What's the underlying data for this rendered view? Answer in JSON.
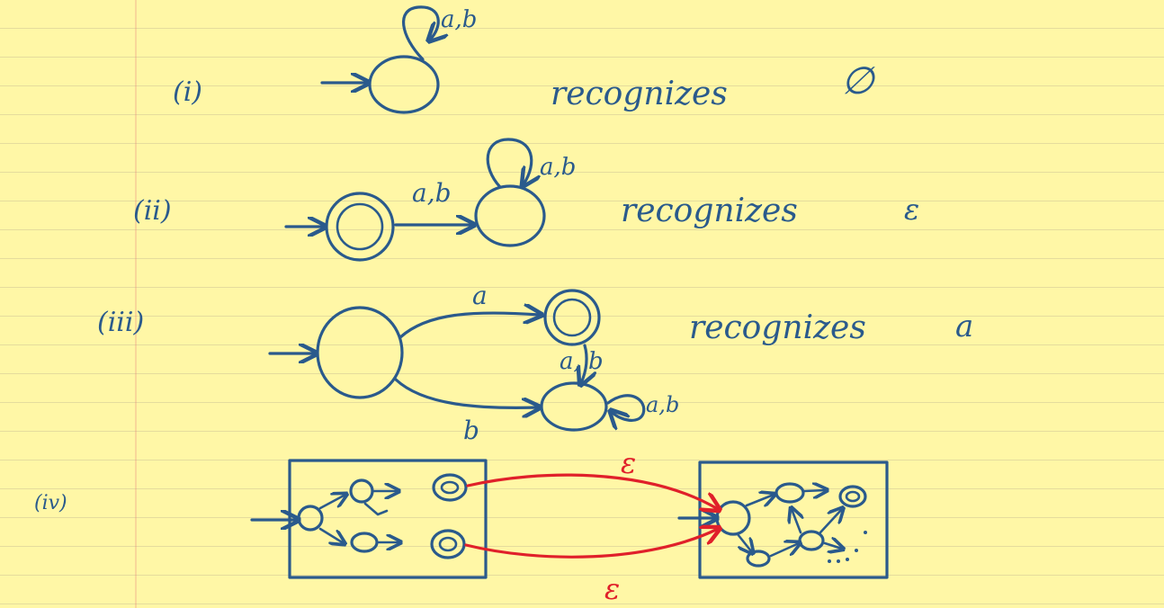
{
  "items": [
    {
      "label": "(i)",
      "text": "recognizes",
      "symbol": "∅",
      "self_loop": "a,b"
    },
    {
      "label": "(ii)",
      "text": "recognizes",
      "symbol": "ε",
      "edge": "a,b",
      "self_loop": "a,b"
    },
    {
      "label": "(iii)",
      "text": "recognizes",
      "symbol": "a",
      "edge_top": "a",
      "edge_bottom": "b",
      "edge_down": "a, b",
      "self_loop": "a,b"
    },
    {
      "label": "(iv)",
      "epsilon_top": "ε",
      "epsilon_bottom": "ε"
    }
  ],
  "colors": {
    "ink": "#2a5a8c",
    "red": "#e0202a",
    "paper": "#fff7a6"
  }
}
